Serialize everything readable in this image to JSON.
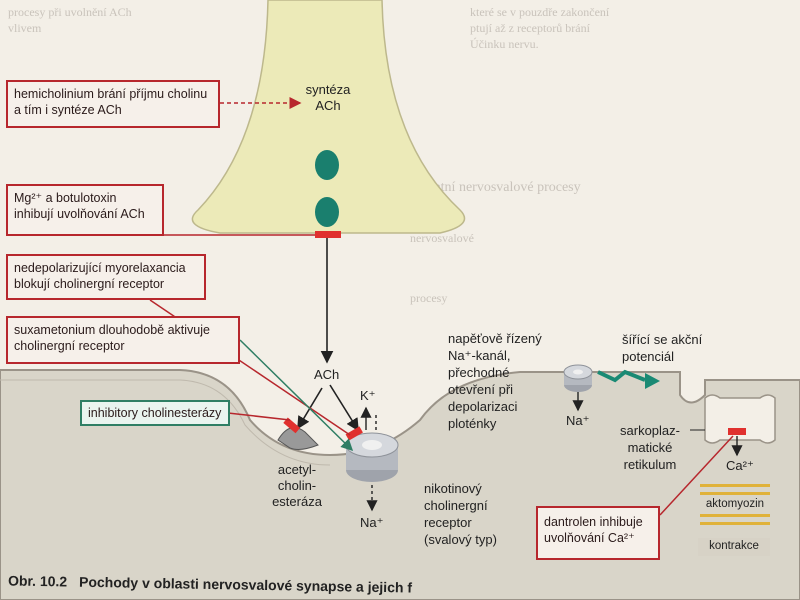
{
  "background_text": [
    "které se v pouzdře zakončení",
    "ptují až z receptorů brání",
    "Účinku nervu.",
    "procesy při uvolnění ACh",
    "vlivem",
    "Ostatní nervosvalové procesy",
    "nervosvalové",
    "procesy"
  ],
  "labels": {
    "synteza": "syntéza\nACh",
    "ach": "ACh",
    "k_plus": "K⁺",
    "na_plus_bottom": "Na⁺",
    "na_plus_channel": "Na⁺",
    "acetylcholinesteraza": "acetyl-\ncholin-\nesteráza",
    "nikotinovy": "nikotinový\ncholinergní\nreceptor\n(svalový typ)",
    "na_kanal": "napěťově řízený\nNa⁺-kanál,\npřechodné\notevření při\ndepolarizaci\nploténky",
    "sirici": "šířící se akční\npotenciál",
    "sarko": "sarkoplaz-\nmatické\nretikulum",
    "ca": "Ca²⁺",
    "aktomyozin": "aktomyozin",
    "kontrakce": "kontrakce"
  },
  "boxes": {
    "hemicholinium": "hemicholinium brání příjmu cholinu\na tím i syntéze ACh",
    "mg": "Mg²⁺ a botulotoxin\ninhibují uvolňování ACh",
    "nedepol": "nedepolarizující myorelaxancia\nblokují cholinergní receptor",
    "suxa": "suxametonium dlouhodobě aktivuje\ncholinergní receptor",
    "inhib": "inhibitory cholinesterázy",
    "dantrolen": "dantrolen inhibuje\nuvolňování Ca²⁺"
  },
  "caption": {
    "number": "Obr. 10.2",
    "text": "Pochody v oblasti nervosvalové synapse a jejich f"
  },
  "colors": {
    "red": "#b7272d",
    "green": "#2f7e64",
    "terminal": "#eceab8",
    "vesicle": "#1a7f6e",
    "muscle": "#d9d5c9"
  }
}
